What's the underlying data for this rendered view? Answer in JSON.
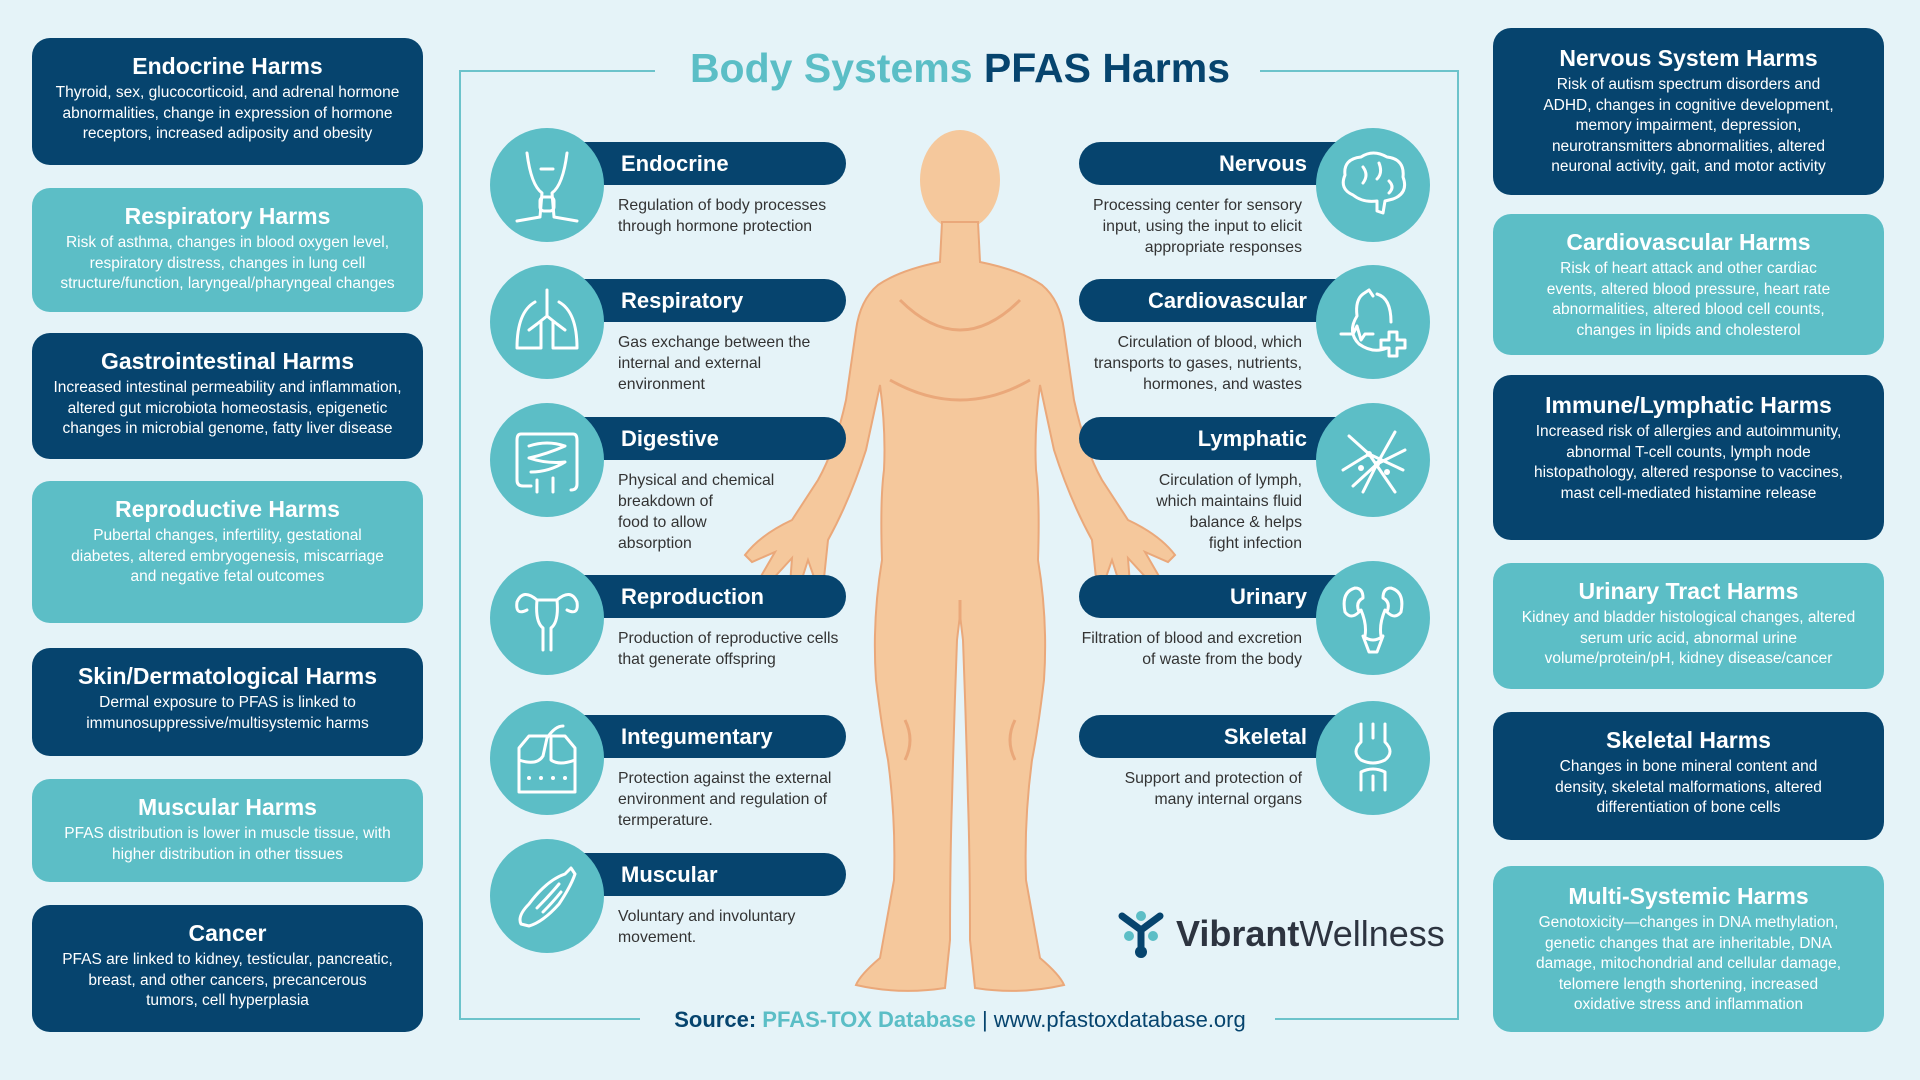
{
  "title": {
    "part1": "Body Systems",
    "part2": "PFAS Harms"
  },
  "colors": {
    "navy": "#06446e",
    "teal": "#5cbec6",
    "background": "#e5f3f8",
    "skin": "#f5c89c"
  },
  "left_harms": [
    {
      "title": "Endocrine Harms",
      "desc": "Thyroid, sex, glucocorticoid, and adrenal hormone\nabnormalities, change in expression of hormone\nreceptors, increased adiposity and obesity"
    },
    {
      "title": "Respiratory Harms",
      "desc": "Risk of asthma, changes in blood oxygen level,\nrespiratory distress, changes in lung cell\nstructure/function, laryngeal/pharyngeal changes"
    },
    {
      "title": "Gastrointestinal Harms",
      "desc": "Increased intestinal permeability and inflammation,\naltered gut microbiota homeostasis, epigenetic\nchanges in microbial genome, fatty liver disease"
    },
    {
      "title": "Reproductive Harms",
      "desc": "Pubertal changes, infertility, gestational\ndiabetes, altered embryogenesis, miscarriage\nand negative fetal outcomes"
    },
    {
      "title": "Skin/Dermatological Harms",
      "desc": "Dermal exposure to PFAS is linked to\nimmunosuppressive/multisystemic harms"
    },
    {
      "title": "Muscular Harms",
      "desc": "PFAS distribution is lower in muscle tissue, with\nhigher distribution in other tissues"
    },
    {
      "title": "Cancer",
      "desc": "PFAS are linked to kidney, testicular, pancreatic,\nbreast, and other cancers, precancerous\ntumors, cell hyperplasia"
    }
  ],
  "right_harms": [
    {
      "title": "Nervous System Harms",
      "desc": "Risk of autism spectrum disorders and\nADHD, changes in cognitive development,\nmemory impairment, depression,\nneurotransmitters abnormalities, altered\nneuronal activity, gait, and motor activity"
    },
    {
      "title": "Cardiovascular Harms",
      "desc": "Risk of heart attack and other cardiac\nevents, altered blood pressure, heart rate\nabnormalities, altered blood cell counts,\nchanges in lipids and cholesterol"
    },
    {
      "title": "Immune/Lymphatic Harms",
      "desc": "Increased risk of allergies and autoimmunity,\nabnormal T-cell counts, lymph node\nhistopathology, altered response to vaccines,\nmast cell-mediated histamine release"
    },
    {
      "title": "Urinary Tract Harms",
      "desc": "Kidney and bladder histological changes, altered\nserum uric acid, abnormal  urine\nvolume/protein/pH, kidney disease/cancer"
    },
    {
      "title": "Skeletal Harms",
      "desc": "Changes in bone mineral content and\ndensity, skeletal malformations, altered\ndifferentiation of bone cells"
    },
    {
      "title": "Multi-Systemic Harms",
      "desc": "Genotoxicity—changes in DNA methylation,\ngenetic changes that are inheritable, DNA\ndamage, mitochondrial and cellular damage,\ntelomere length shortening, increased\noxidative stress and inflammation"
    }
  ],
  "left_systems": [
    {
      "name": "Endocrine",
      "icon": "thyroid-icon",
      "desc": "Regulation of body processes\nthrough hormone protection"
    },
    {
      "name": "Respiratory",
      "icon": "lungs-icon",
      "desc": "Gas exchange between the\ninternal and external\nenvironment"
    },
    {
      "name": "Digestive",
      "icon": "intestine-icon",
      "desc": "Physical and chemical\nbreakdown of\nfood to allow\nabsorption"
    },
    {
      "name": "Reproduction",
      "icon": "uterus-icon",
      "desc": "Production of reproductive cells\nthat generate offspring"
    },
    {
      "name": "Integumentary",
      "icon": "skin-icon",
      "desc": "Protection against the external\nenvironment and regulation of\ntermperature."
    },
    {
      "name": "Muscular",
      "icon": "muscle-icon",
      "desc": "Voluntary and involuntary\nmovement."
    }
  ],
  "right_systems": [
    {
      "name": "Nervous",
      "icon": "brain-icon",
      "desc": "Processing center for sensory\ninput, using the input to elicit\nappropriate responses"
    },
    {
      "name": "Cardiovascular",
      "icon": "heart-icon",
      "desc": "Circulation of blood, which\ntransports to gases, nutrients,\nhormones, and wastes"
    },
    {
      "name": "Lymphatic",
      "icon": "lymph-icon",
      "desc": "Circulation of lymph,\nwhich maintains fluid\nbalance & helps\nfight infection"
    },
    {
      "name": "Urinary",
      "icon": "kidneys-icon",
      "desc": "Filtration of blood and excretion\nof waste from the body"
    },
    {
      "name": "Skeletal",
      "icon": "knee-joint-icon",
      "desc": "Support and protection of\nmany internal organs"
    }
  ],
  "logo": {
    "bold": "Vibrant",
    "light": "Wellness"
  },
  "source": {
    "label": "Source:",
    "database": "PFAS-TOX Database",
    "rest": " | www.pfastoxdatabase.org"
  }
}
